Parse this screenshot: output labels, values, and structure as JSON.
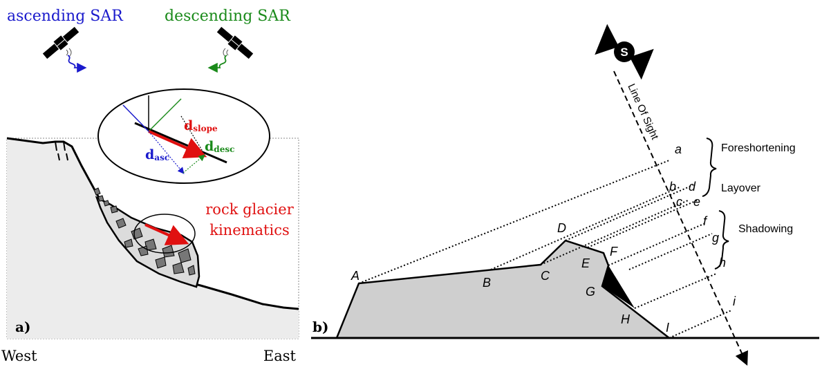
{
  "panel_a": {
    "ascending_label": "ascending SAR",
    "descending_label": "descending SAR",
    "d_slope_main": "d",
    "d_slope_sub": "slope",
    "d_asc_main": "d",
    "d_asc_sub": "asc",
    "d_desc_main": "d",
    "d_desc_sub": "desc",
    "rock_glacier_line1": "rock glacier",
    "rock_glacier_line2": "kinematics",
    "panel_label": "a)",
    "west_label": "West",
    "east_label": "East"
  },
  "panel_b": {
    "sensor_letter": "S",
    "line_of_sight": "Line Of Sight",
    "foreshortening": "Foreshortening",
    "layover": "Layover",
    "shadowing": "Shadowing",
    "panel_label": "b)",
    "points_upper": [
      "A",
      "B",
      "C",
      "D",
      "E",
      "F",
      "G",
      "H",
      "I"
    ],
    "points_lower": [
      "a",
      "b",
      "c",
      "d",
      "e",
      "f",
      "g",
      "h",
      "i"
    ]
  },
  "colors": {
    "ascending": "#1a1acc",
    "descending": "#1a8a1a",
    "slope": "#e01010",
    "terrain_fill_a": "#ececec",
    "terrain_fill_b": "#cfcfcf"
  }
}
